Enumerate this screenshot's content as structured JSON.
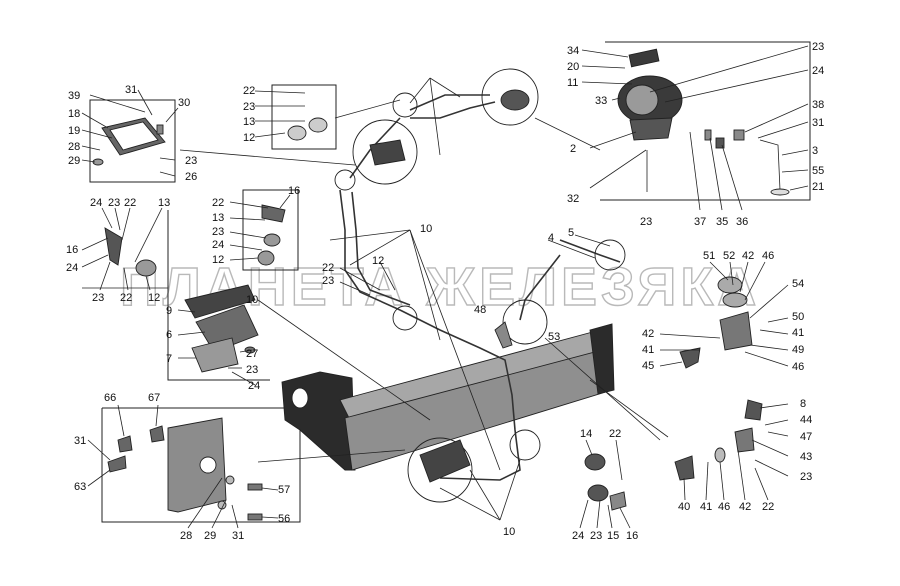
{
  "watermark": "ПЛАНЕТА ЖЕЛЕЗЯКА",
  "colors": {
    "ink": "#222222",
    "frame_dark": "#2b2b2b",
    "part_gray": "#9a9a9a",
    "watermark": "#b9b9b9"
  },
  "callouts": [
    "39",
    "31",
    "30",
    "18",
    "19",
    "28",
    "29",
    "23",
    "26",
    "22",
    "23",
    "13",
    "12",
    "34",
    "20",
    "11",
    "33",
    "23",
    "24",
    "2",
    "32",
    "23",
    "37",
    "35",
    "36",
    "38",
    "31",
    "3",
    "55",
    "21",
    "24",
    "23",
    "22",
    "13",
    "16",
    "24",
    "23",
    "22",
    "12",
    "22",
    "16",
    "13",
    "23",
    "24",
    "12",
    "10",
    "22",
    "23",
    "12",
    "4",
    "5",
    "9",
    "6",
    "7",
    "27",
    "23",
    "24",
    "10",
    "51",
    "52",
    "42",
    "46",
    "54",
    "50",
    "41",
    "42",
    "49",
    "41",
    "45",
    "46",
    "48",
    "53",
    "66",
    "67",
    "31",
    "63",
    "57",
    "56",
    "28",
    "29",
    "31",
    "14",
    "22",
    "24",
    "23",
    "15",
    "16",
    "10",
    "8",
    "44",
    "47",
    "43",
    "23",
    "40",
    "41",
    "46",
    "42",
    "22"
  ]
}
